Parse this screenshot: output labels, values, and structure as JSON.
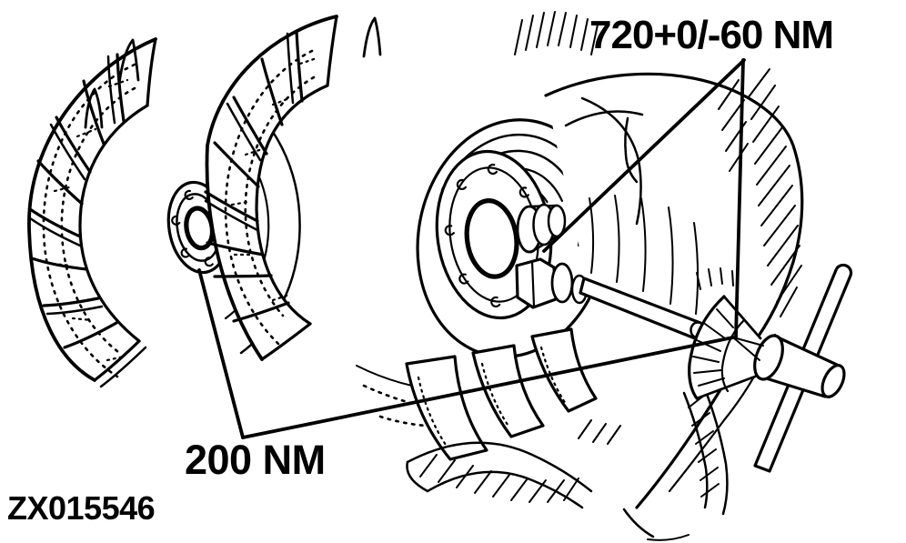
{
  "figure": {
    "drawing_number": "ZX015546",
    "torque_labels": {
      "hub_nut": "720+0/-60 NM",
      "wheel": "200 NM"
    },
    "colors": {
      "ink": "#000000",
      "paper": "#ffffff"
    }
  }
}
